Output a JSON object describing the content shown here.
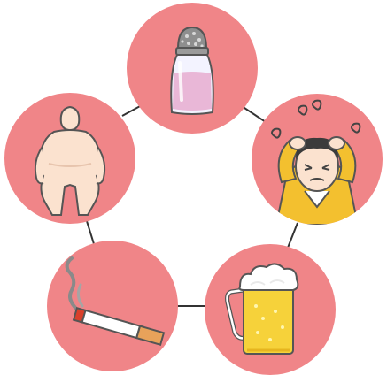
{
  "diagram": {
    "node_color": "#f08588",
    "line_color": "#333333",
    "nodes": [
      {
        "id": "salt",
        "icon": "salt-shaker-icon"
      },
      {
        "id": "stress",
        "icon": "stressed-man-icon"
      },
      {
        "id": "alcohol",
        "icon": "beer-mug-icon"
      },
      {
        "id": "smoking",
        "icon": "cigarette-icon"
      },
      {
        "id": "obesity",
        "icon": "obese-body-icon"
      }
    ]
  }
}
